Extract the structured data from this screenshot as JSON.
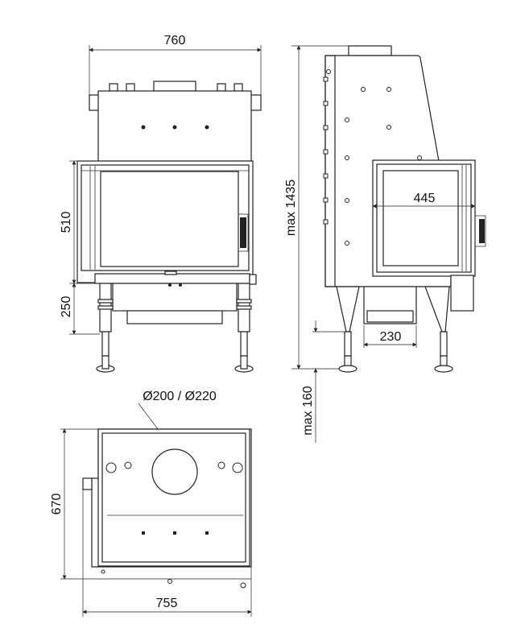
{
  "front_view": {
    "width_label": "760",
    "door_height_label": "510",
    "leg_height_label": "250"
  },
  "side_view": {
    "total_height_label": "max 1435",
    "door_width_label": "445",
    "leg_spacing_label": "230",
    "leg_adjust_label": "max 160"
  },
  "top_view": {
    "flue_label": "Ø200 /  Ø220",
    "depth_label": "670",
    "width_label": "755"
  }
}
